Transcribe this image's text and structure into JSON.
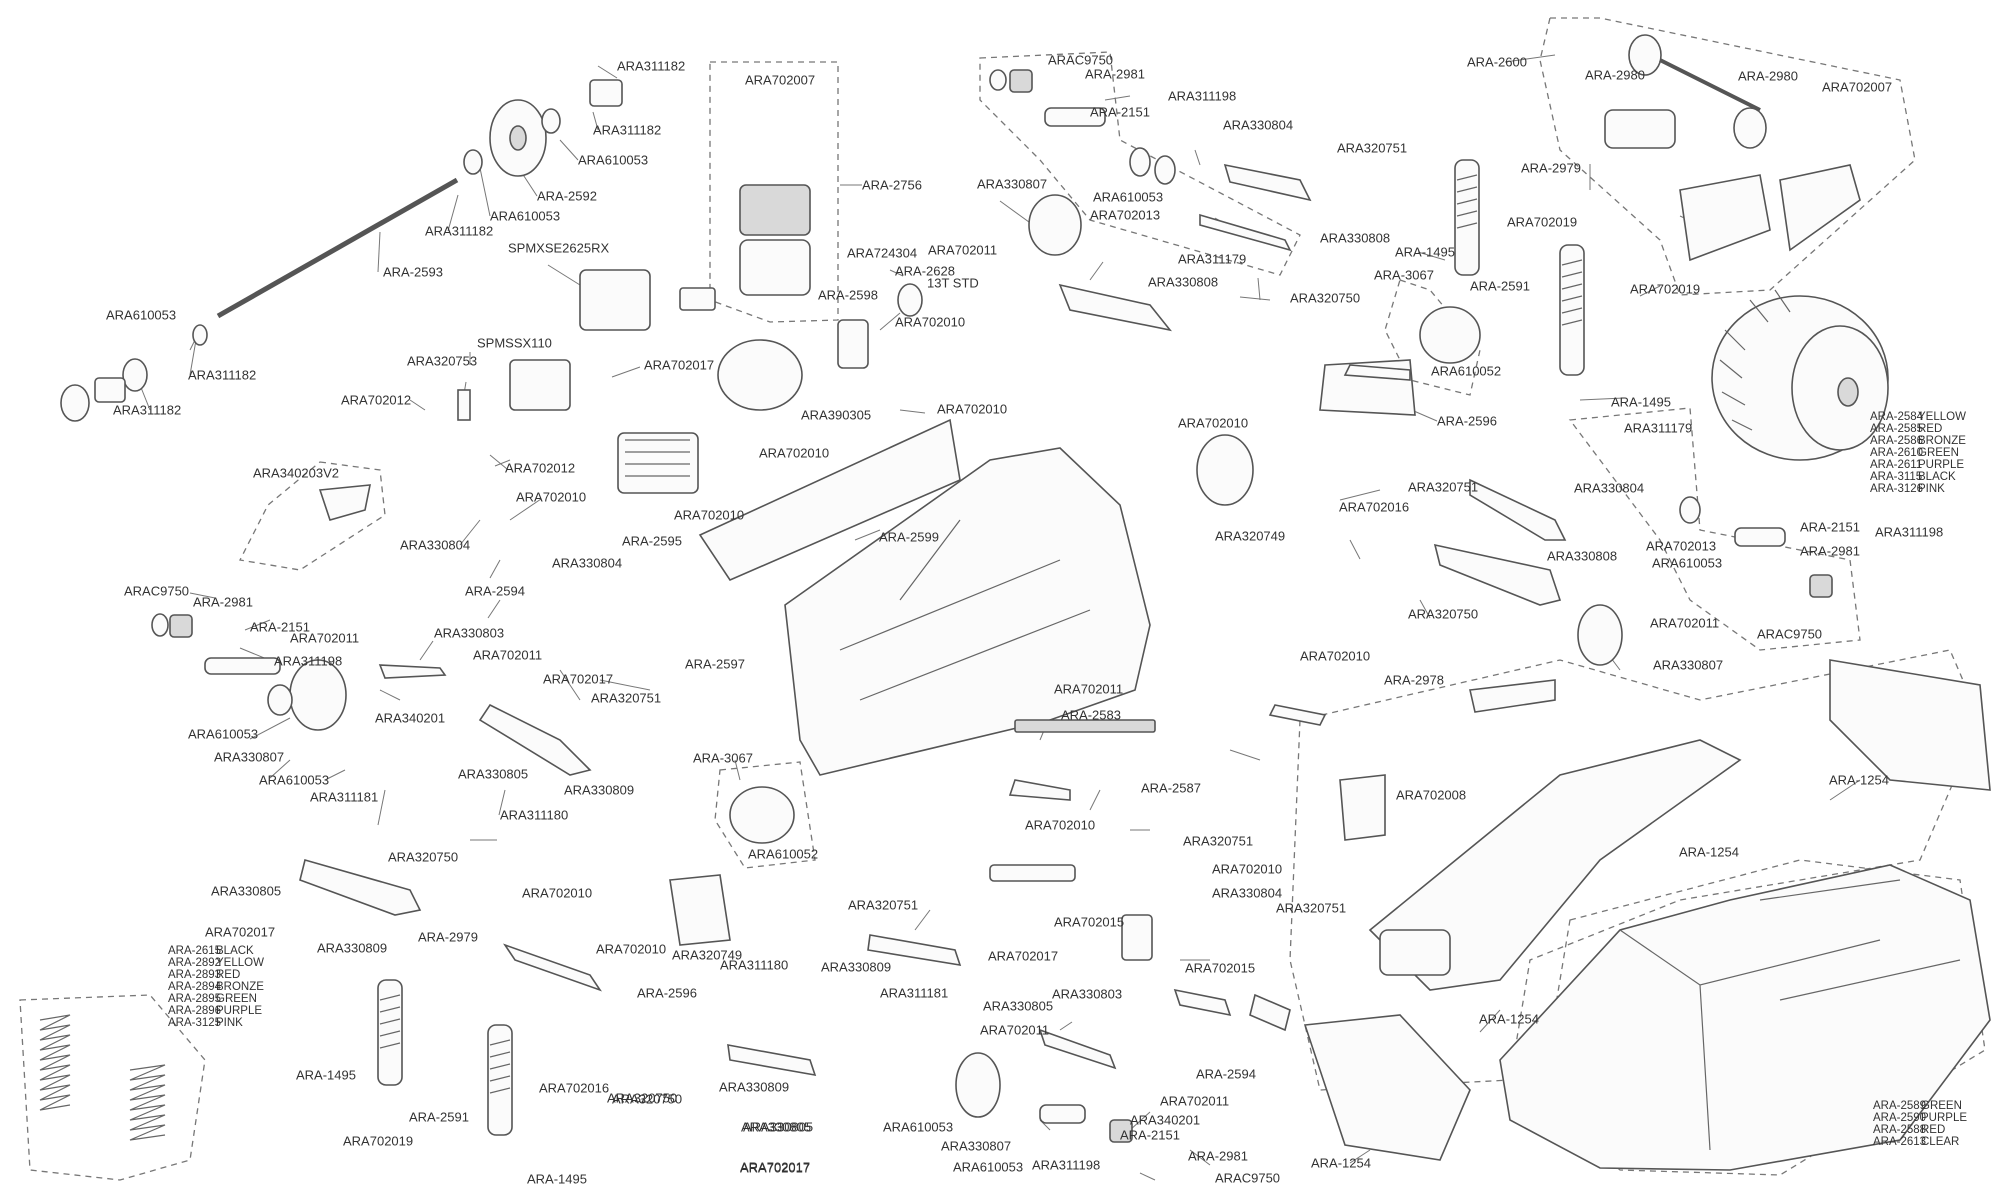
{
  "labels": {
    "l01": "ARA311182",
    "l02": "ARA311182",
    "l03": "ARA610053",
    "l04": "ARA-2592",
    "l05": "ARA610053",
    "l06": "ARA311182",
    "l07": "ARA-2593",
    "l08": "ARA610053",
    "l09": "ARA311182",
    "l10": "ARA311182",
    "l11": "ARA702007",
    "l12": "ARA-2756",
    "l13": "SPMXSE2625RX",
    "l14": "SPMSSX110",
    "l15": "ARA320753",
    "l16": "ARA702012",
    "l17": "ARA702012",
    "l18": "ARA702017",
    "l19": "ARA340203V2",
    "l20": "ARA702010",
    "l21": "ARA330804",
    "l22": "ARA330804",
    "l23": "ARA-2594",
    "l24": "ARAC9750",
    "l25": "ARA-2981",
    "l26": "ARA-2151",
    "l27": "ARA702011",
    "l28": "ARA330803",
    "l29": "ARA311198",
    "l30": "ARA702011",
    "l31": "ARA702017",
    "l32": "ARA340201",
    "l33": "ARA320751",
    "l34": "ARA610053",
    "l35": "ARA330807",
    "l36": "ARA330805",
    "l37": "ARA610053",
    "l38": "ARA330809",
    "l39": "ARA311181",
    "l40": "ARA311180",
    "l41": "ARA320750",
    "l42": "ARA330805",
    "l43": "ARA330809",
    "l44": "ARA702017",
    "l45": "ARA-2979",
    "l46": "ARA-1495",
    "l47": "ARA-2591",
    "l48": "ARA702019",
    "l49": "ARA-1495",
    "l50": "ARA702010",
    "l51": "ARA702010",
    "l52": "ARA702016",
    "l53": "ARA320749",
    "l54": "ARA-2596",
    "l55": "ARA311180",
    "l56": "ARA320750",
    "l57": "ARA330805",
    "l58": "ARA702017",
    "l59": "ARA-3067",
    "l60": "ARA610052",
    "l61": "ARA-2597",
    "l62": "ARA724304",
    "l63": "ARA-2628",
    "l64": "13T STD",
    "l65": "ARA702011",
    "l66": "ARA-2598",
    "l67": "ARA702010",
    "l68": "ARA390305",
    "l69": "ARA702010",
    "l70": "ARA702010",
    "l71": "ARA702010",
    "l72": "ARA-2595",
    "l73": "ARA-2599",
    "l74": "ARA330807",
    "l75": "ARAC9750",
    "l76": "ARA-2981",
    "l77": "ARA311198",
    "l78": "ARA-2151",
    "l79": "ARA610053",
    "l80": "ARA702013",
    "l81": "ARA330804",
    "l82": "ARA320751",
    "l83": "ARA330808",
    "l84": "ARA311179",
    "l85": "ARA330808",
    "l86": "ARA320750",
    "l87": "ARA-2600",
    "l88": "ARA-2980",
    "l89": "ARA-2980",
    "l90": "ARA702007",
    "l91": "ARA-2979",
    "l92": "ARA702019",
    "l93": "ARA-1495",
    "l94": "ARA-3067",
    "l95": "ARA-2591",
    "l96": "ARA702019",
    "l97": "ARA610052",
    "l98": "ARA-1495",
    "l99": "ARA-2596",
    "l100": "ARA702010",
    "l101": "ARA702016",
    "l102": "ARA320749",
    "l103": "ARA320751",
    "l104": "ARA330808",
    "l105": "ARA330804",
    "l106": "ARA311179",
    "l107": "ARA702013",
    "l108": "ARA610053",
    "l109": "ARA-2151",
    "l110": "ARA-2981",
    "l111": "ARA311198",
    "l112": "ARA702011",
    "l113": "ARAC9750",
    "l114": "ARA320750",
    "l115": "ARA330807",
    "l116": "ARA702011",
    "l117": "ARA-2583",
    "l118": "ARA702010",
    "l119": "ARA-2587",
    "l120": "ARA702010",
    "l121": "ARA-2978",
    "l122": "ARA702008",
    "l123": "ARA-1254",
    "l124": "ARA-1254",
    "l125": "ARA-1254",
    "l126": "ARA-1254",
    "l127": "ARA320751",
    "l128": "ARA702017",
    "l129": "ARA330809",
    "l130": "ARA311181",
    "l131": "ARA330805",
    "l132": "ARA330809",
    "l133": "ARA320750",
    "l134": "ARA330805",
    "l135": "ARA702017",
    "l136": "ARA330803",
    "l137": "ARA702011",
    "l138": "ARA610053",
    "l139": "ARA330807",
    "l140": "ARA610053",
    "l141": "ARA311198",
    "l142": "ARA340201",
    "l143": "ARA-2151",
    "l144": "ARA-2981",
    "l145": "ARAC9750",
    "l146": "ARA702011",
    "l147": "ARA320751",
    "l148": "ARA702010",
    "l149": "ARA330804",
    "l150": "ARA702015",
    "l151": "ARA320751",
    "l152": "ARA702015",
    "l153": "ARA-2594"
  },
  "spring_colors": [
    [
      "ARA-2615",
      "BLACK"
    ],
    [
      "ARA-2892",
      "YELLOW"
    ],
    [
      "ARA-2893",
      "RED"
    ],
    [
      "ARA-2894",
      "BRONZE"
    ],
    [
      "ARA-2895",
      "GREEN"
    ],
    [
      "ARA-2896",
      "PURPLE"
    ],
    [
      "ARA-3125",
      "PINK"
    ]
  ],
  "wheel_colors": [
    [
      "ARA-2584",
      "YELLOW"
    ],
    [
      "ARA-2585",
      "RED"
    ],
    [
      "ARA-2586",
      "BRONZE"
    ],
    [
      "ARA-2610",
      "GREEN"
    ],
    [
      "ARA-2611",
      "PURPLE"
    ],
    [
      "ARA-3115",
      "BLACK"
    ],
    [
      "ARA-3126",
      "PINK"
    ]
  ],
  "body_colors": [
    [
      "ARA-2589",
      "GREEN"
    ],
    [
      "ARA-2590",
      "PURPLE"
    ],
    [
      "ARA-2588",
      "RED"
    ],
    [
      "ARA-2613",
      "CLEAR"
    ]
  ]
}
